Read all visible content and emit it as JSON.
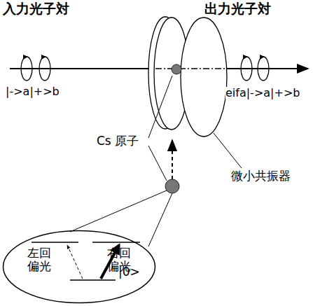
{
  "diagram": {
    "nodes": [
      {
        "text": [
          "左回偏光",
          "右回偏光",
          "|0>"
        ]
      }
    ],
    "labels": [
      "入力光子対",
      "出力光子対",
      "|->a|+>b",
      "eifa|->a|+>b",
      "Cs 原子",
      "微小共振器"
    ]
  }
}
